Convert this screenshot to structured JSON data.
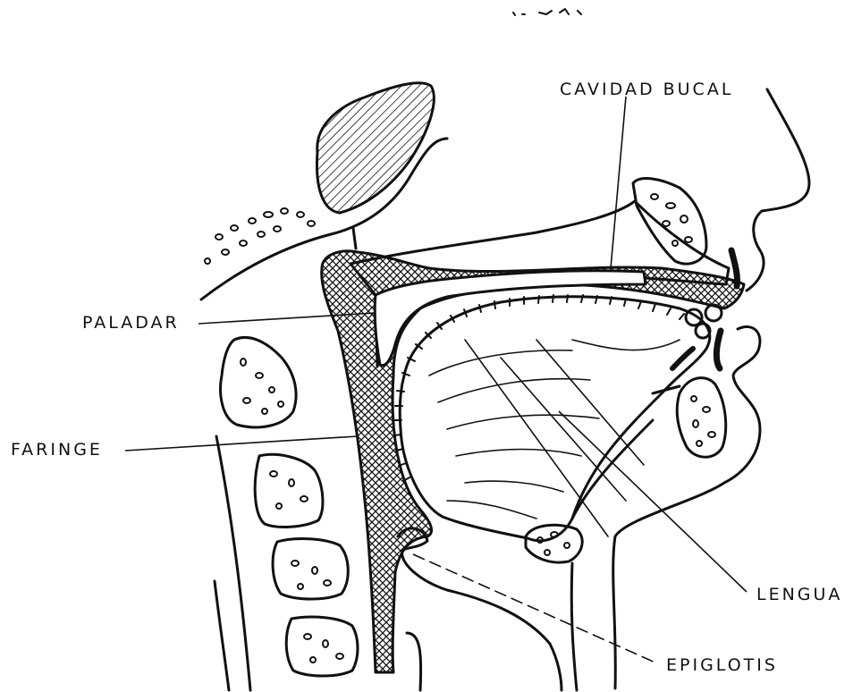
{
  "labels": {
    "cavidad_bucal": "CAVIDAD BUCAL",
    "paladar": "PALADAR",
    "faringe": "FARINGE",
    "lengua": "LENGUA",
    "epiglotis": "EPIGLOTIS"
  },
  "colors": {
    "ink": "#111111",
    "background": "#ffffff"
  }
}
